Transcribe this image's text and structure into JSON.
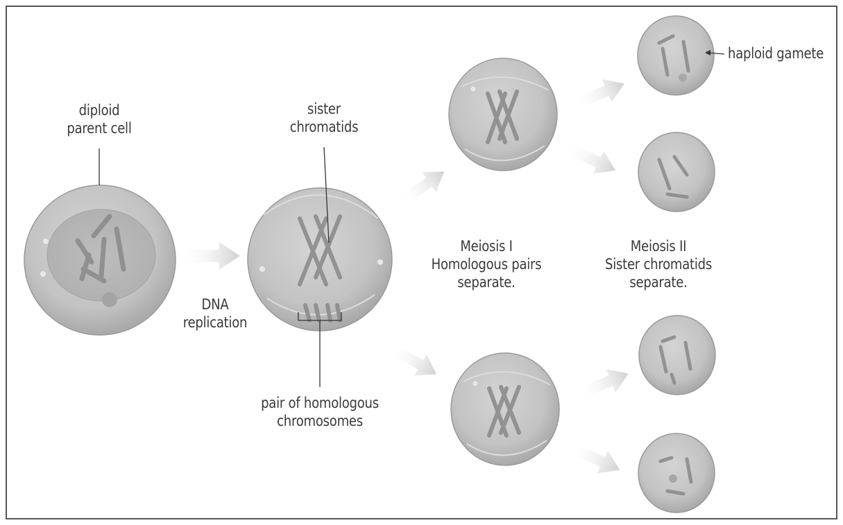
{
  "labels": {
    "diploid_line1": "diploid",
    "diploid_line2": "parent cell",
    "sister_line1": "sister",
    "sister_line2": "chromatids",
    "dna_line1": "DNA",
    "dna_line2": "replication",
    "pair_line1": "pair of homologous",
    "pair_line2": "chromosomes",
    "meiosis1_line1": "Meiosis I",
    "meiosis1_line2": "Homologous pairs",
    "meiosis1_line3": "separate.",
    "meiosis2_line1": "Meiosis II",
    "meiosis2_line2": "Sister chromatids",
    "meiosis2_line3": "separate.",
    "haploid": "haploid gamete"
  },
  "colors": {
    "cell_fill": "#c8c8c8",
    "cell_edge": "#9a9a9a",
    "nucleus_fill": "#b5b5b5",
    "chromosome": "#8c8c8c",
    "arrow": "#d6d6d6",
    "label_text": "#3a3a3a",
    "frame_border": "#555555"
  }
}
